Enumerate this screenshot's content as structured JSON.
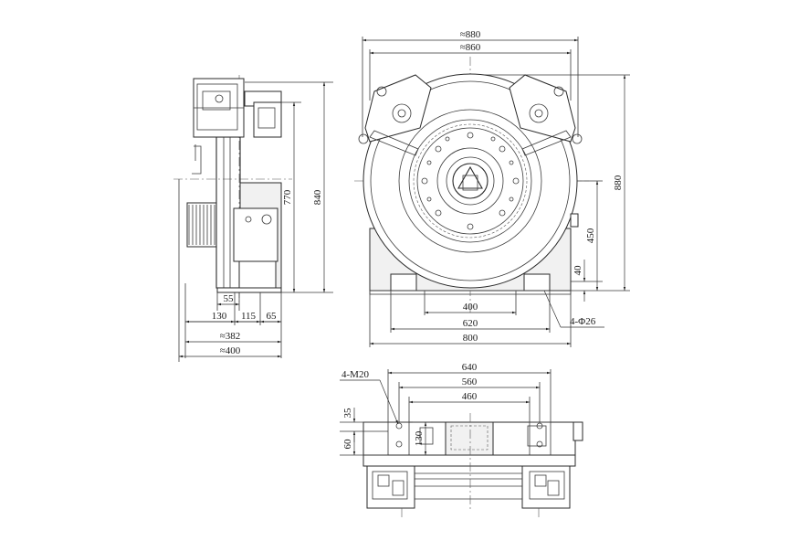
{
  "drawing": {
    "side_view": {
      "dims": {
        "overall_height": "840",
        "body_height": "770",
        "bolt_spacing": "55",
        "foot_130": "130",
        "foot_115": "115",
        "foot_65": "65",
        "width_382": "≈382",
        "width_400": "≈400"
      }
    },
    "front_view": {
      "dims": {
        "width_880": "≈880",
        "width_860": "≈860",
        "height_880": "880",
        "axis_height": "450",
        "base_40": "40",
        "bolt_400": "400",
        "bolt_620": "620",
        "base_800": "800",
        "holes": "4-Φ26"
      }
    },
    "bottom_view": {
      "dims": {
        "width_640": "640",
        "width_560": "560",
        "width_460": "460",
        "threads": "4-M20",
        "depth_35": "35",
        "depth_60": "60",
        "depth_130": "130"
      }
    }
  }
}
